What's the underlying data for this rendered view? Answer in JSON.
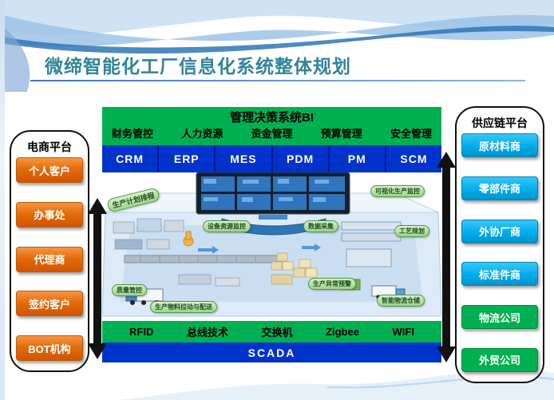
{
  "slide": {
    "title": "微缔智能化工厂信息化系统整体规划"
  },
  "ecommerce_panel": {
    "title": "电商平台",
    "items": [
      "个人客户",
      "办事处",
      "代理商",
      "签约客户",
      "BOT机构"
    ]
  },
  "supply_chain_panel": {
    "title": "供应链平台",
    "items": [
      "原材料商",
      "零部件商",
      "外协厂商",
      "标准件商",
      "物流公司",
      "外贸公司"
    ]
  },
  "bi_banner": {
    "title": "管理决策系统BI",
    "functions": [
      "财务管控",
      "人力资源",
      "资金管理",
      "预算管理",
      "安全管理"
    ]
  },
  "modules": [
    "CRM",
    "ERP",
    "MES",
    "PDM",
    "PM",
    "SCM"
  ],
  "factory": {
    "callouts": [
      "生产计划排程",
      "设备资源监控",
      "数据采集",
      "可视化生产监控",
      "工艺规划",
      "质量管控",
      "生产异常预警",
      "生产物料拉动与配送",
      "智能物流仓储"
    ]
  },
  "network_bar": {
    "items": [
      "RFID",
      "总线技术",
      "交换机",
      "Zigbee",
      "WIFI"
    ]
  },
  "scada_bar": {
    "label": "SCADA"
  },
  "colors": {
    "title_teal": "#31849B",
    "banner_green": "#00B050",
    "module_blue": "#0033CC",
    "orange": "#E36C0A",
    "cyan": "#00B0F0",
    "callout_green": "#A9D08E"
  }
}
